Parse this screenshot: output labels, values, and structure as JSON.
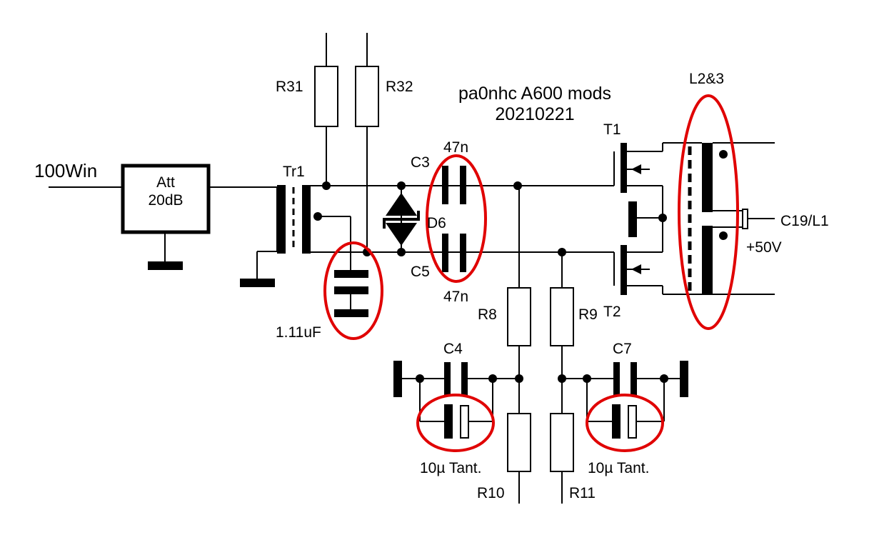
{
  "title": {
    "line1": "pa0nhc A600 mods",
    "line2": "20210221"
  },
  "labels": {
    "input": "100Win",
    "att_line1": "Att",
    "att_line2": "20dB",
    "tr1": "Tr1",
    "r31": "R31",
    "r32": "R32",
    "cap_bank": "1.11uF",
    "c3": "C3",
    "c3_value": "47n",
    "d6": "D6",
    "c5": "C5",
    "c5_value": "47n",
    "t1": "T1",
    "t2": "T2",
    "l2_3": "L2&3",
    "c19_l1": "C19/L1",
    "supply": "+50V",
    "r8": "R8",
    "r9": "R9",
    "r10": "R10",
    "r11": "R11",
    "c4": "C4",
    "c7": "C7",
    "tant_left": "10µ Tant.",
    "tant_right": "10µ Tant."
  },
  "colors": {
    "wire": "#000000",
    "modification_marker": "#e00000",
    "background": "#ffffff"
  }
}
